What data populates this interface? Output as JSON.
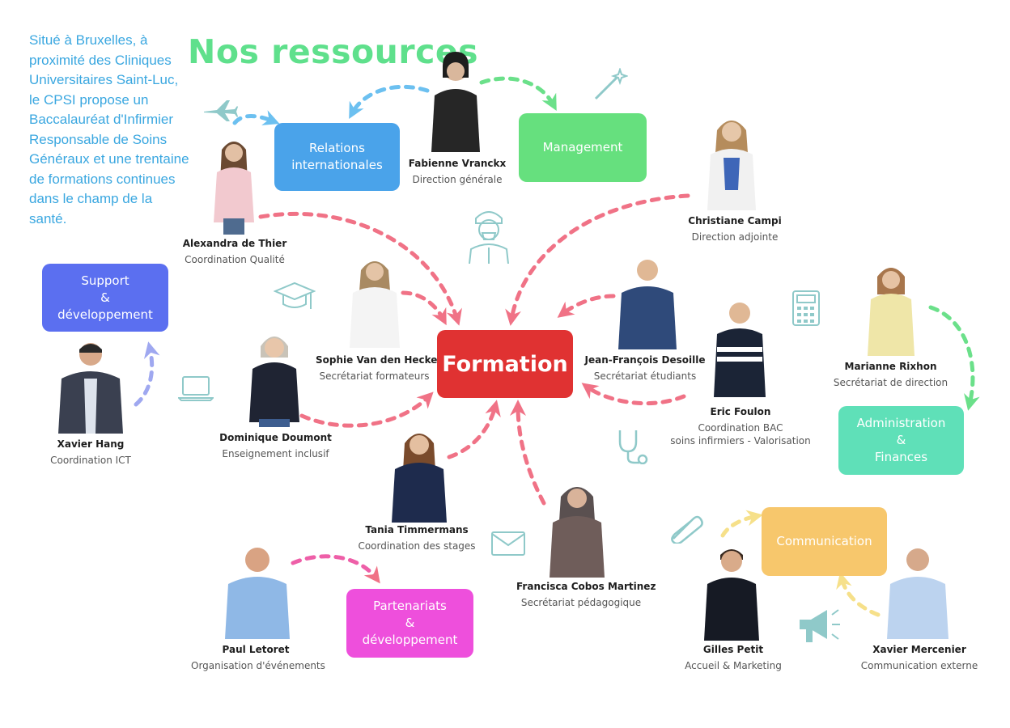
{
  "intro": "Situé à Bruxelles, à proximité des Cliniques Universitaires Saint-Luc, le CPSI propose un Baccalauréat d'Infirmier Responsable de Soins Généraux et une trentaine de formations continues dans le champ de la santé.",
  "title": "Nos ressources",
  "colors": {
    "title": "#5fe08c",
    "intro": "#3aa7e0",
    "formation": "#e03232",
    "relations": "#4aa3ea",
    "management": "#66e07e",
    "support": "#5b6ff0",
    "administration": "#5fe0b8",
    "communication": "#f7c76c",
    "partenariats": "#ee4fdc",
    "arrow_pink": "#f07286",
    "arrow_blue": "#6cc0f0",
    "arrow_green": "#6be08a",
    "arrow_purple": "#9fa8f0",
    "arrow_yellow": "#f6e08a",
    "icon_teal": "#8fc9c9"
  },
  "boxes": {
    "formation": "Formation",
    "relations": [
      "Relations",
      "internationales"
    ],
    "management": "Management",
    "support": [
      "Support",
      "&",
      "développement"
    ],
    "administration": [
      "Administration",
      "&",
      "Finances"
    ],
    "communication": "Communication",
    "partenariats": [
      "Partenariats",
      "&",
      "développement"
    ]
  },
  "people": [
    {
      "name": "Fabienne Vranckx",
      "role": "Direction générale",
      "icon": "person-photo"
    },
    {
      "name": "Alexandra de Thier",
      "role": "Coordination Qualité",
      "icon": "person-photo"
    },
    {
      "name": "Christiane Campi",
      "role": "Direction adjointe",
      "icon": "person-photo"
    },
    {
      "name": "Sophie Van den Hecke",
      "role": "Secrétariat formateurs",
      "icon": "person-photo"
    },
    {
      "name": "Jean-François Desoille",
      "role": "Secrétariat étudiants",
      "icon": "person-photo"
    },
    {
      "name": "Dominique Doumont",
      "role": "Enseignement inclusif",
      "icon": "person-photo"
    },
    {
      "name": "Eric Foulon",
      "role": "Coordination BAC",
      "role2": "soins infirmiers - Valorisation",
      "icon": "person-photo"
    },
    {
      "name": "Marianne Rixhon",
      "role": "Secrétariat de direction",
      "icon": "person-photo"
    },
    {
      "name": "Xavier Hang",
      "role": "Coordination ICT",
      "icon": "person-photo"
    },
    {
      "name": "Tania Timmermans",
      "role": "Coordination des stages",
      "icon": "person-photo"
    },
    {
      "name": "Francisca Cobos Martinez",
      "role": "Secrétariat pédagogique",
      "icon": "person-photo"
    },
    {
      "name": "Paul Letoret",
      "role": "Organisation d'événements",
      "icon": "person-photo"
    },
    {
      "name": "Gilles Petit",
      "role": "Accueil & Marketing",
      "icon": "person-photo"
    },
    {
      "name": "Xavier Mercenier",
      "role": "Communication externe",
      "icon": "person-photo"
    }
  ],
  "icons": [
    "airplane-icon",
    "magic-wand-icon",
    "nurse-icon",
    "graduation-cap-icon",
    "laptop-icon",
    "calculator-icon",
    "stethoscope-icon",
    "envelope-icon",
    "paperclip-icon",
    "megaphone-icon"
  ]
}
